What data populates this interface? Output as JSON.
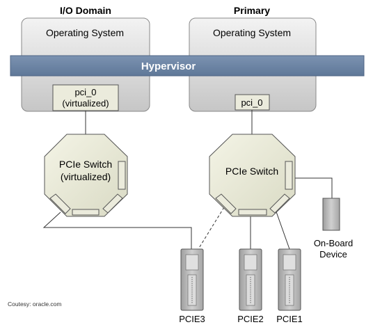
{
  "domains": {
    "io": {
      "title": "I/O Domain",
      "os_label": "Operating System",
      "port_line1": "pci_0",
      "port_line2": "(virtualized)"
    },
    "primary": {
      "title": "Primary",
      "os_label": "Operating System",
      "port": "pci_0"
    }
  },
  "hypervisor": {
    "label": "Hypervisor"
  },
  "switches": {
    "io": {
      "line1": "PCIe Switch",
      "line2": "(virtualized)"
    },
    "primary": {
      "line1": "PCIe Switch"
    }
  },
  "onboard": {
    "line1": "On-Board",
    "line2": "Device"
  },
  "slots": {
    "pcie3": "PCIE3",
    "pcie2": "PCIE2",
    "pcie1": "PCIE1"
  },
  "credit": "Coutesy: oracle.com",
  "colors": {
    "hypervisor_band": "#6f87a8",
    "hypervisor_text": "#ffffff",
    "os_box_top": "#f2f2f2",
    "os_box_bottom": "#c8c8c8",
    "octagon": "#e9ead7",
    "port_fill": "#ebebdc",
    "card": "#b9b9b9",
    "line": "#333333"
  }
}
